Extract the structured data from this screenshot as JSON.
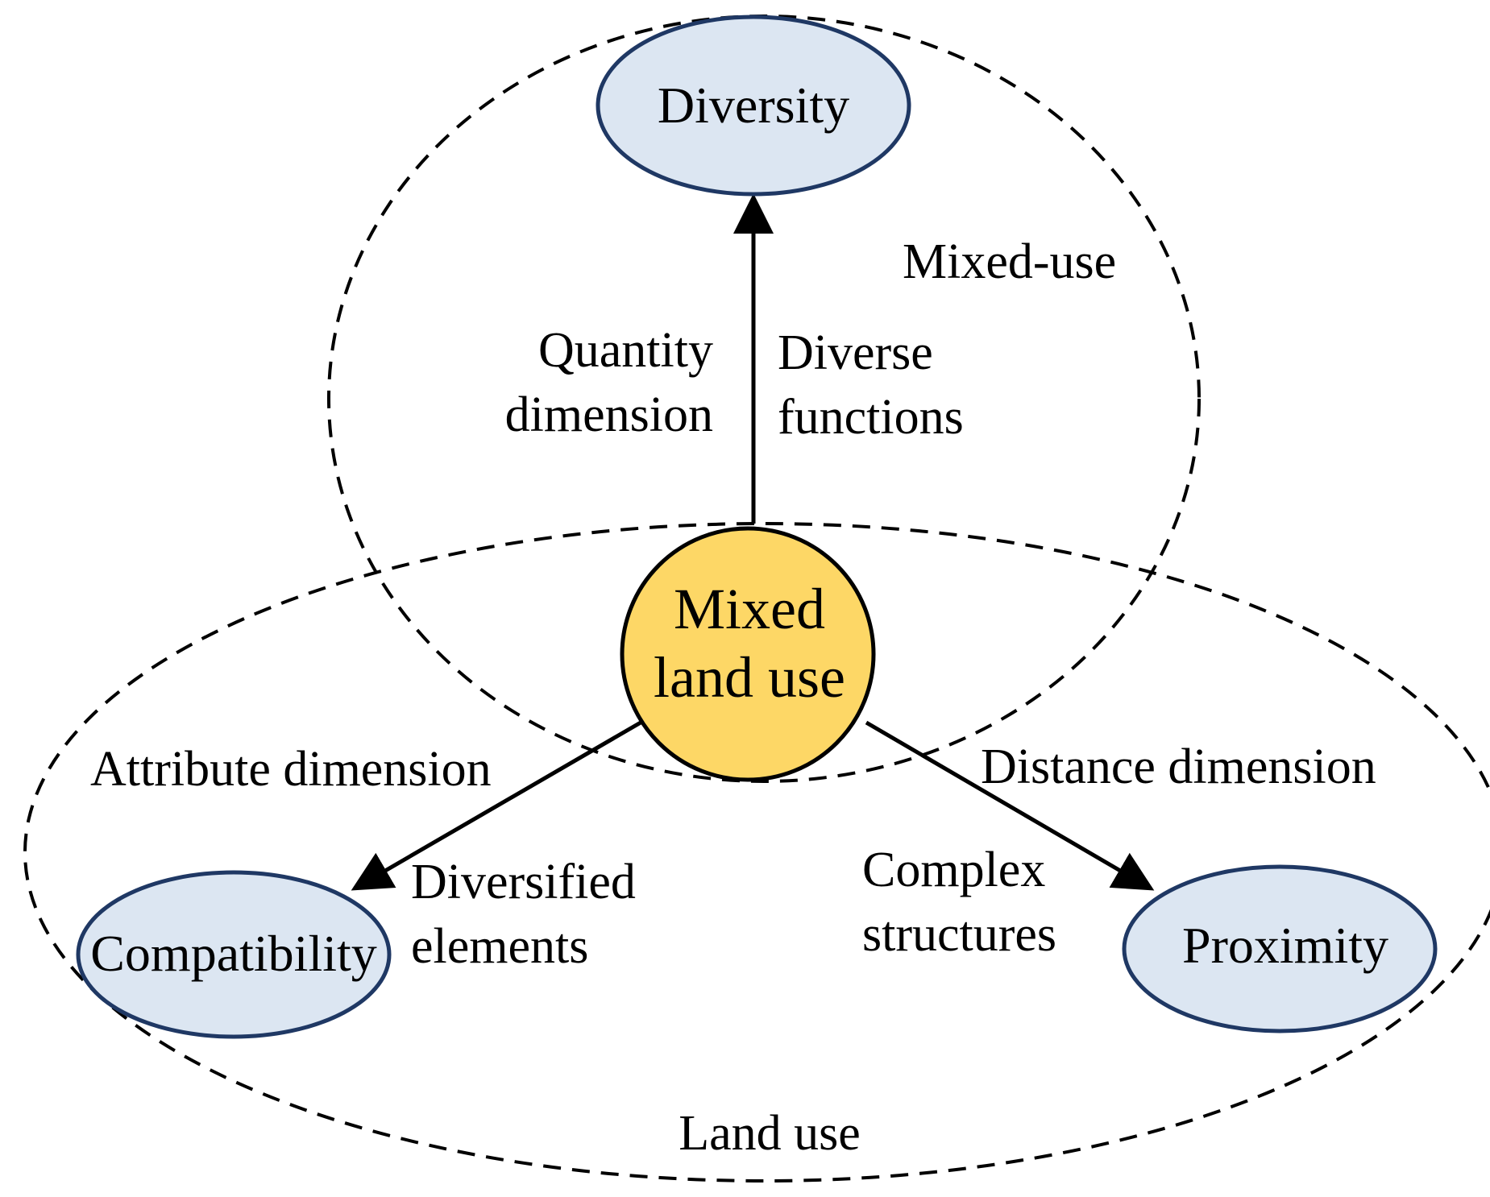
{
  "colors": {
    "node_fill": "#dce6f2",
    "node_stroke": "#1f3864",
    "center_fill": "#fdd766",
    "line": "#000000"
  },
  "regions": {
    "mixed_use": "Mixed-use",
    "land_use": "Land use"
  },
  "nodes": {
    "center": [
      "Mixed",
      "land use"
    ],
    "diversity": "Diversity",
    "compatibility": "Compatibility",
    "proximity": "Proximity"
  },
  "edges": {
    "up": {
      "left": [
        "Quantity",
        "dimension"
      ],
      "right": [
        "Diverse",
        "functions"
      ]
    },
    "left": {
      "above": "Attribute dimension",
      "below": [
        "Diversified",
        "elements"
      ]
    },
    "right": {
      "above": "Distance dimension",
      "below": [
        "Complex",
        "structures"
      ]
    }
  }
}
